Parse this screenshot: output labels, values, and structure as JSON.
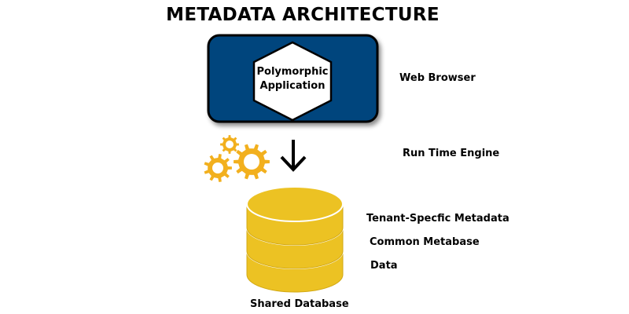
{
  "title": "METADATA ARCHITECTURE",
  "application": {
    "line1": "Polymorphic",
    "line2": "Application"
  },
  "labels": {
    "web_browser": "Web Browser",
    "run_time_engine": "Run Time Engine",
    "tenant_metadata": "Tenant-Specfic Metadata",
    "common_metabase": "Common Metabase",
    "data": "Data",
    "shared_database": "Shared Database"
  },
  "colors": {
    "browser_fill": "#06457d",
    "gear": "#f2b01e",
    "database": "#ecc223",
    "database_edge": "#d2a813"
  },
  "icons": [
    "gear-icon",
    "down-arrow-icon",
    "database-icon"
  ]
}
